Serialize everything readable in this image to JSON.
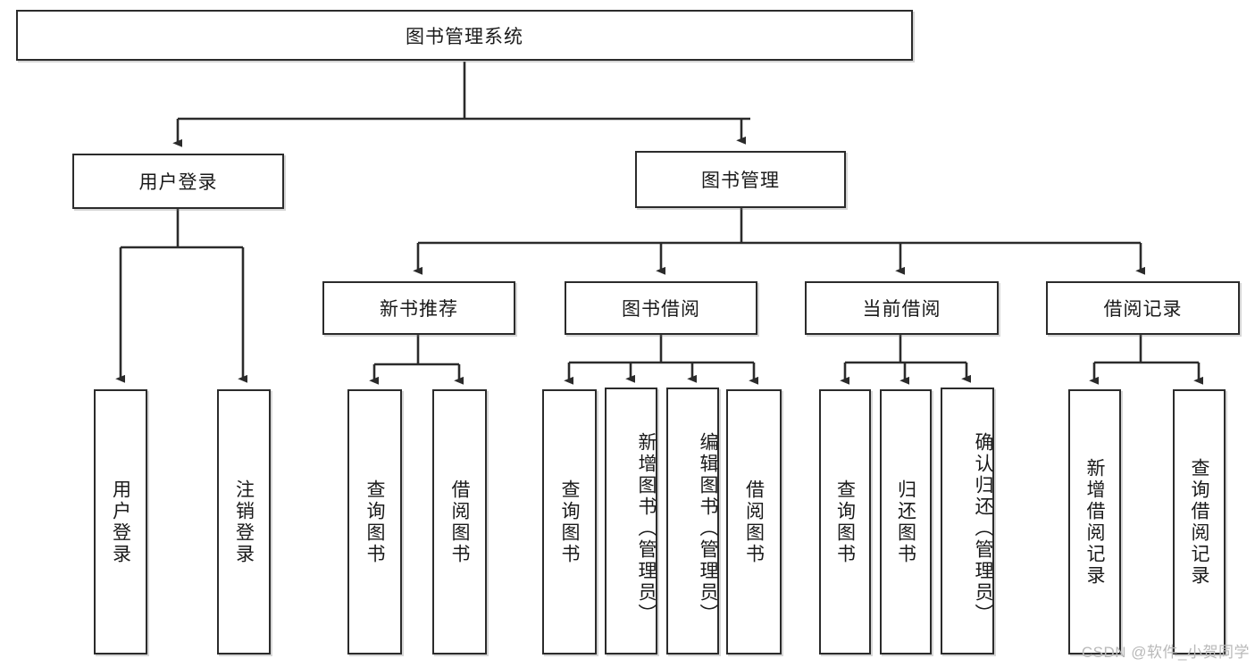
{
  "title": "图书管理系统",
  "watermark": "CSDN @软件_小贺同学",
  "nodes": {
    "root": {
      "label": "图书管理系统"
    },
    "level2": [
      {
        "id": "user-login",
        "label": "用户登录"
      },
      {
        "id": "book-management",
        "label": "图书管理"
      }
    ],
    "level3": [
      {
        "id": "new-book-recommend",
        "label": "新书推荐"
      },
      {
        "id": "book-borrow",
        "label": "图书借阅"
      },
      {
        "id": "current-borrow",
        "label": "当前借阅"
      },
      {
        "id": "borrow-record",
        "label": "借阅记录"
      }
    ],
    "leaves": {
      "user_login": [
        {
          "id": "leaf-user-login",
          "label": "用户登录"
        },
        {
          "id": "leaf-logout-login",
          "label": "注销登录"
        }
      ],
      "new_book_recommend": [
        {
          "id": "leaf-query-book-1",
          "label": "查询图书"
        },
        {
          "id": "leaf-borrow-book-1",
          "label": "借阅图书"
        }
      ],
      "book_borrow": [
        {
          "id": "leaf-query-book-2",
          "label": "查询图书"
        },
        {
          "id": "leaf-add-book",
          "label": "新增图书（管理员）"
        },
        {
          "id": "leaf-edit-book",
          "label": "编辑图书（管理员）"
        },
        {
          "id": "leaf-borrow-book-2",
          "label": "借阅图书"
        }
      ],
      "current_borrow": [
        {
          "id": "leaf-query-book-3",
          "label": "查询图书"
        },
        {
          "id": "leaf-return-book",
          "label": "归还图书"
        },
        {
          "id": "leaf-confirm-return",
          "label": "确认归还（管理员）"
        }
      ],
      "borrow_record": [
        {
          "id": "leaf-add-record",
          "label": "新增借阅记录"
        },
        {
          "id": "leaf-query-record",
          "label": "查询借阅记录"
        }
      ]
    }
  },
  "colors": {
    "stroke": "#2b2b2b",
    "fill": "#ffffff",
    "text": "#1a1a1a",
    "watermark": "#b9b9b9"
  }
}
